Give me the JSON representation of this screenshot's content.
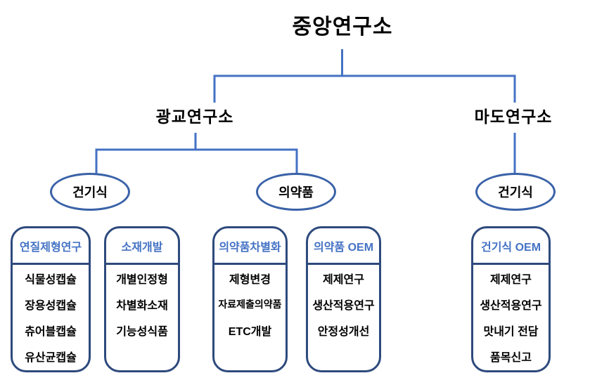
{
  "diagram": {
    "root": {
      "label": "중앙연구소"
    },
    "branches": [
      {
        "label": "광교연구소"
      },
      {
        "label": "마도연구소"
      }
    ],
    "ellipses": [
      {
        "label": "건기식"
      },
      {
        "label": "의약품"
      },
      {
        "label": "건기식"
      }
    ],
    "boxes": [
      {
        "header": "연질제형연구",
        "items": [
          "식물성캡슐",
          "장용성캡슐",
          "츄어블캡슐",
          "유산균캡슐"
        ]
      },
      {
        "header": "소재개발",
        "items": [
          "개별인정형",
          "차별화소재",
          "기능성식품"
        ]
      },
      {
        "header": "의약품차별화",
        "items": [
          "제형변경",
          "자료제출의약품",
          "ETC개발"
        ]
      },
      {
        "header": "의약품 OEM",
        "items": [
          "제제연구",
          "생산적용연구",
          "안정성개선"
        ]
      },
      {
        "header": "건기식 OEM",
        "items": [
          "제제연구",
          "생산적용연구",
          "맛내기 전담",
          "품목신고"
        ]
      }
    ],
    "colors": {
      "connector": "#4472C4",
      "box_border": "#2E4A7D",
      "ellipse_border": "#3A62A8",
      "header_text": "#4472C4",
      "item_text": "#000000",
      "title_text": "#000000",
      "background": "#FFFFFF"
    }
  }
}
